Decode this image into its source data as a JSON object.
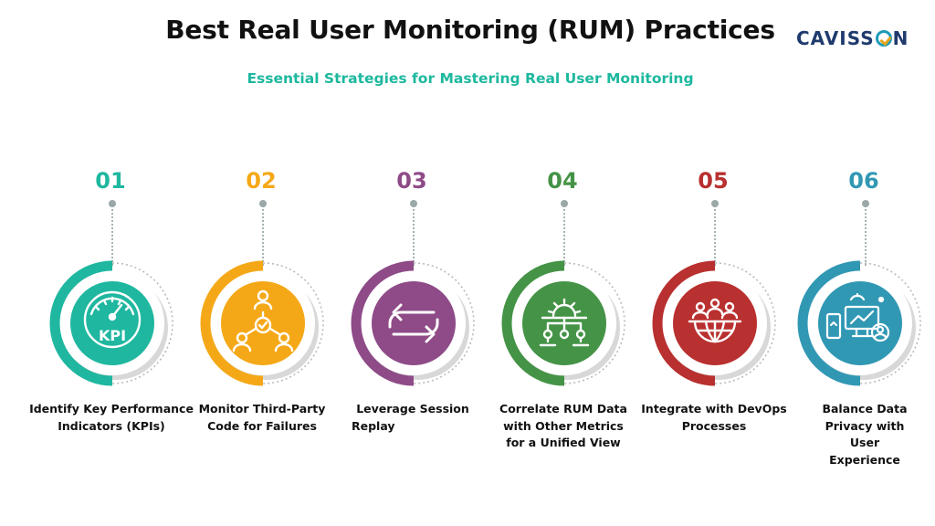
{
  "header": {
    "title": "Best Real User Monitoring (RUM) Practices",
    "subtitle": "Essential Strategies for Mastering Real User Monitoring",
    "logo_left": "CAVISS",
    "logo_right": "N"
  },
  "colors": {
    "step1": "#1fb7a0",
    "step2": "#f5a817",
    "step3": "#8e4b87",
    "step4": "#449346",
    "step5": "#b8302f",
    "step6": "#3198b4"
  },
  "steps": [
    {
      "number": "01",
      "line1": "Identify Key Performance",
      "line2": "Indicators (KPIs)",
      "line3": "",
      "line4": "",
      "icon": "kpi-gauge-icon",
      "icon_text": "KPI"
    },
    {
      "number": "02",
      "line1": "Monitor Third-Party",
      "line2": "Code for Failures",
      "line3": "",
      "line4": "",
      "icon": "team-check-icon"
    },
    {
      "number": "03",
      "line1": "Leverage Session",
      "line2": "Replay",
      "line3": "",
      "line4": "",
      "icon": "replay-arrows-icon"
    },
    {
      "number": "04",
      "line1": "Correlate RUM Data",
      "line2": "with Other Metrics",
      "line3": "for a Unified View",
      "line4": "",
      "icon": "gear-hierarchy-icon"
    },
    {
      "number": "05",
      "line1": "Integrate with DevOps",
      "line2": "Processes",
      "line3": "",
      "line4": "",
      "icon": "team-globe-icon"
    },
    {
      "number": "06",
      "line1": "Balance Data",
      "line2": "Privacy with",
      "line3": "User",
      "line4": "Experience",
      "icon": "devices-privacy-icon"
    }
  ]
}
